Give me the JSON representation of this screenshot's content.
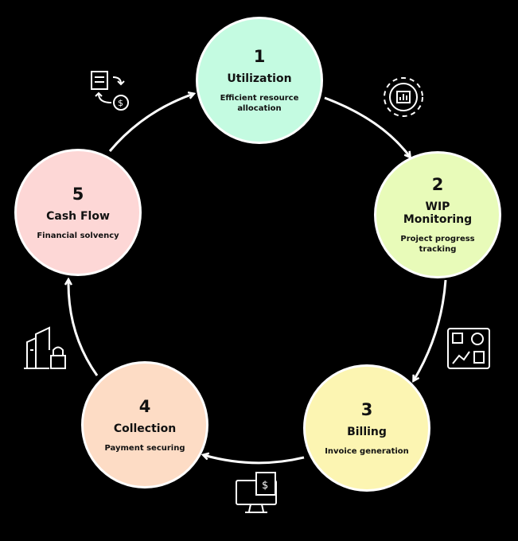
{
  "steps": [
    {
      "number": "1",
      "title": "Utilization",
      "description": "Efficient resource allocation",
      "color": "#c4fbe1",
      "icon": "document-money-exchange-icon"
    },
    {
      "number": "2",
      "title": "WIP Monitoring",
      "description": "Project progress tracking",
      "color": "#e8fbb9",
      "icon": "gear-chart-icon"
    },
    {
      "number": "3",
      "title": "Billing",
      "description": "Invoice generation",
      "color": "#fcf5b2",
      "icon": "dashboard-icon"
    },
    {
      "number": "4",
      "title": "Collection",
      "description": "Payment securing",
      "color": "#fddcc5",
      "icon": "computer-invoice-icon"
    },
    {
      "number": "5",
      "title": "Cash Flow",
      "description": "Financial solvency",
      "color": "#fdd7d6",
      "icon": "building-lock-icon"
    }
  ]
}
